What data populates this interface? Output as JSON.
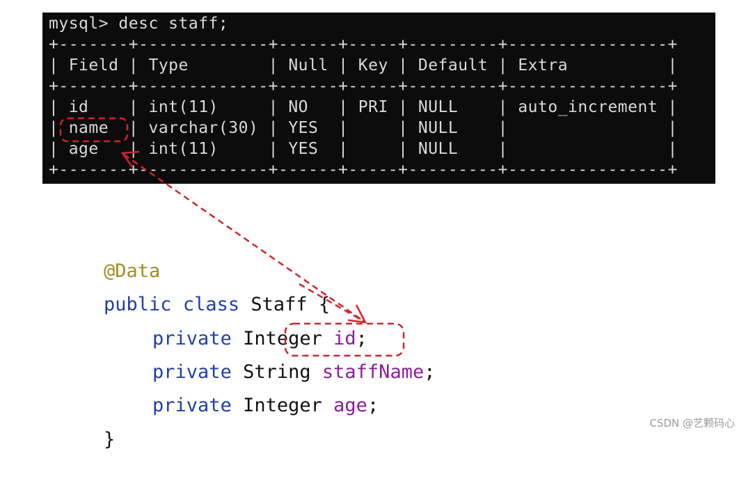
{
  "terminal": {
    "prompt_line": "mysql> desc staff;",
    "border_line": "+-------+-------------+------+-----+---------+----------------+",
    "header_row": "| Field | Type        | Null | Key | Default | Extra          |",
    "rows": [
      "| id    | int(11)     | NO   | PRI | NULL    | auto_increment |",
      "| name  | varchar(30) | YES  |     | NULL    |                |",
      "| age   | int(11)     | YES  |     | NULL    |                |"
    ]
  },
  "code": {
    "annotation": "@Data",
    "class_decl": {
      "public": "public",
      "class": "class",
      "name": "Staff",
      "brace": "{"
    },
    "fields": [
      {
        "modifier": "private",
        "type": "Integer",
        "name": "id",
        "end": ";"
      },
      {
        "modifier": "private",
        "type": "String",
        "name": "staffName",
        "end": ";"
      },
      {
        "modifier": "private",
        "type": "Integer",
        "name": "age",
        "end": ";"
      }
    ],
    "closing_brace": "}"
  },
  "highlight": {
    "color": "#d0242b"
  },
  "watermark": "CSDN @艺颗码心"
}
